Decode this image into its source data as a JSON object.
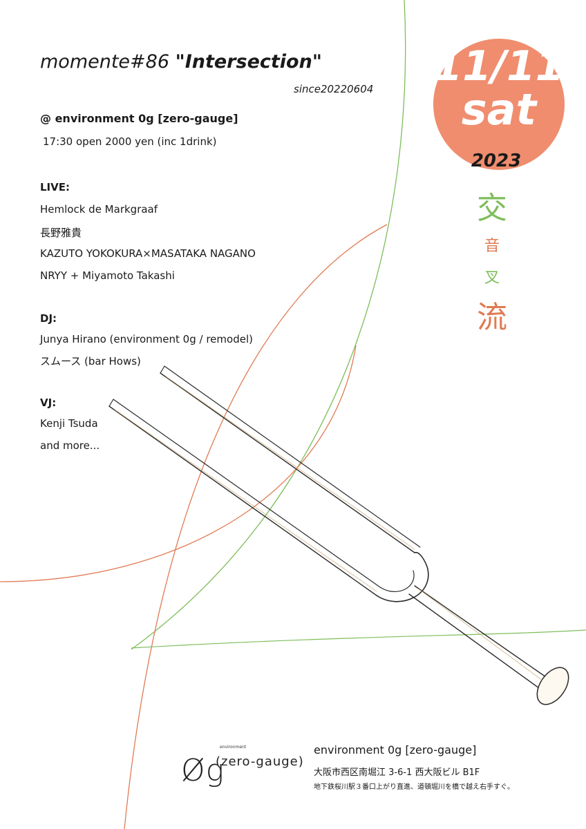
{
  "event": {
    "title_name": "momente#86",
    "title_sub": "\"Intersection\"",
    "since": "since20220604",
    "venue_line": "@ environment 0g [zero-gauge]",
    "info_line": "17:30 open  2000 yen (inc 1drink)"
  },
  "live": {
    "heading": "LIVE:",
    "acts": [
      "Hemlock de Markgraaf",
      "長野雅貴",
      "KAZUTO YOKOKURA×MASATAKA NAGANO",
      "NRYY + Miyamoto Takashi"
    ]
  },
  "dj": {
    "heading": "DJ:",
    "acts": [
      "Junya Hirano (environment 0g / remodel)",
      "スムース (bar Hows)"
    ]
  },
  "vj": {
    "heading": "VJ:",
    "acts": [
      "Kenji Tsuda",
      "and more..."
    ]
  },
  "date": {
    "day": "11/11",
    "weekday": "sat",
    "year": "2023"
  },
  "kanji": {
    "k1": "交",
    "k2": "音",
    "k3": "叉",
    "k4": "流"
  },
  "logo": {
    "small": "environment",
    "main": "Øg",
    "sup": "(zero-gauge)"
  },
  "address": {
    "name": "environment 0g [zero-gauge]",
    "street": "大阪市西区南堀江 3-6-1 西大阪ビル B1F",
    "directions": "地下鉄桜川駅３番口上がり直進、道頓堀川を橋で越え右手すぐ。"
  },
  "colors": {
    "accent_orange": "#ef8d6e",
    "accent_green": "#7dbd5a",
    "line_orange": "#e07a52"
  }
}
